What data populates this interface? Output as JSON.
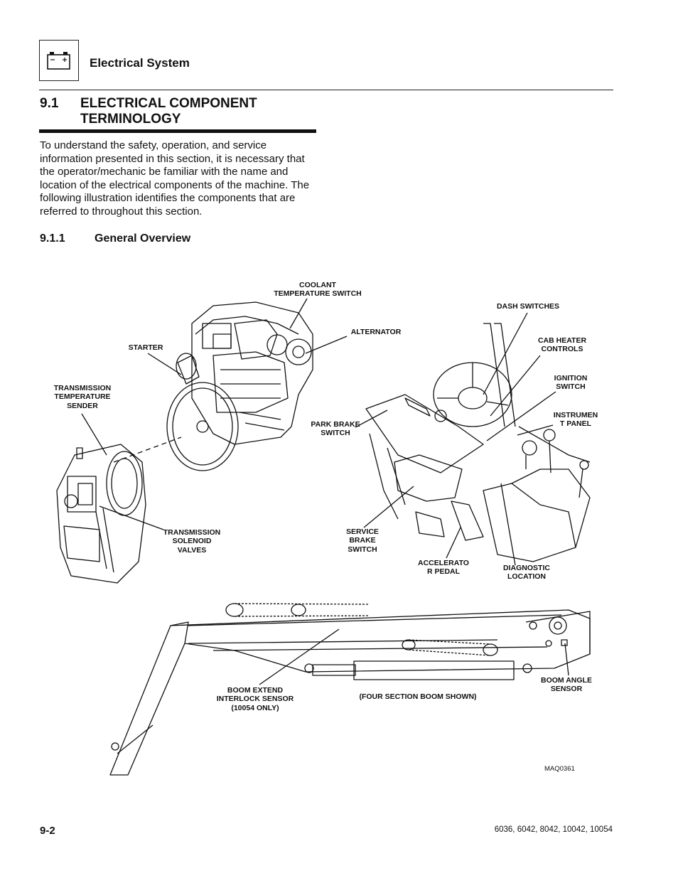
{
  "header": {
    "icon": "battery-icon",
    "section_title": "Electrical System"
  },
  "heading1": {
    "number": "9.1",
    "title": "ELECTRICAL COMPONENT TERMINOLOGY"
  },
  "intro_paragraph": "To understand the safety, operation, and service information presented in this section, it is necessary that the operator/mechanic be familiar with the name and location of the electrical components of the machine. The following illustration identifies the components that are referred to throughout this section.",
  "heading2": {
    "number": "9.1.1",
    "title": "General Overview"
  },
  "figure": {
    "labels": {
      "coolant": "COOLANT\nTEMPERATURE SWITCH",
      "alternator": "ALTERNATOR",
      "starter": "STARTER",
      "trans_temp": "TRANSMISSION\nTEMPERATURE\nSENDER",
      "trans_solenoid": "TRANSMISSION\nSOLENOID\nVALVES",
      "dash_switches": "DASH SWITCHES",
      "cab_heater": "CAB HEATER\nCONTROLS",
      "ignition": "IGNITION\nSWITCH",
      "instrument": "INSTRUMEN\nT PANEL",
      "park_brake": "PARK BRAKE\nSWITCH",
      "service_brake": "SERVICE\nBRAKE\nSWITCH",
      "accelerator": "ACCELERATO\nR PEDAL",
      "diagnostic": "DIAGNOSTIC\nLOCATION",
      "boom_extend": "BOOM EXTEND\nINTERLOCK SENSOR\n(10054 ONLY)",
      "four_section": "(FOUR SECTION BOOM SHOWN)",
      "boom_angle": "BOOM ANGLE\nSENSOR"
    },
    "figure_id": "MAQ0361"
  },
  "footer": {
    "page_number": "9-2",
    "models": "6036, 6042, 8042, 10042, 10054"
  }
}
